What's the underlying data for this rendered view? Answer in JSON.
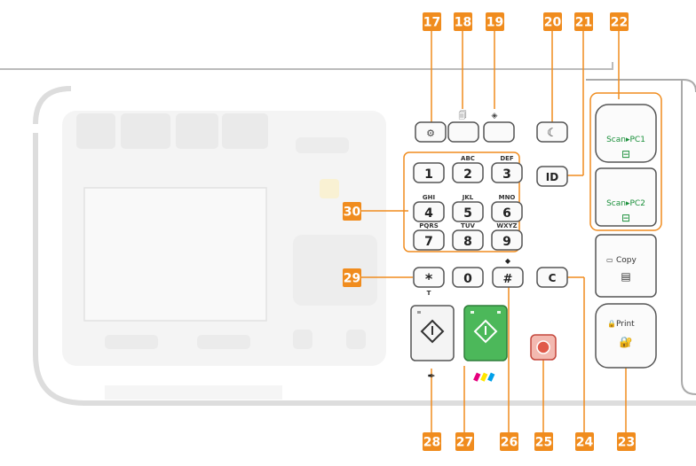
{
  "callouts": {
    "c17": "17",
    "c18": "18",
    "c19": "19",
    "c20": "20",
    "c21": "21",
    "c22": "22",
    "c23": "23",
    "c24": "24",
    "c25": "25",
    "c26": "26",
    "c27": "27",
    "c28": "28",
    "c29": "29",
    "c30": "30"
  },
  "keypad": [
    {
      "digit": "1",
      "letters": ""
    },
    {
      "digit": "2",
      "letters": "ABC"
    },
    {
      "digit": "3",
      "letters": "DEF"
    },
    {
      "digit": "4",
      "letters": "GHI"
    },
    {
      "digit": "5",
      "letters": "JKL"
    },
    {
      "digit": "6",
      "letters": "MNO"
    },
    {
      "digit": "7",
      "letters": "PQRS"
    },
    {
      "digit": "8",
      "letters": "TUV"
    },
    {
      "digit": "9",
      "letters": "WXYZ"
    },
    {
      "digit": "0",
      "letters": ""
    }
  ],
  "keys": {
    "star": "*",
    "star_sub": "T",
    "hash": "#",
    "id": "ID",
    "clear": "C"
  },
  "side_buttons": {
    "scan_pc1": "Scan▸PC1",
    "scan_pc2": "Scan▸PC2",
    "copy": "Copy",
    "print": "Print"
  },
  "colors": {
    "callout": "#f08c1e",
    "scan_green": "#1a8f3a",
    "start_green": "#3cb44b",
    "stop_red": "#e05a4a",
    "faded_panel": "#e9e9e9"
  }
}
